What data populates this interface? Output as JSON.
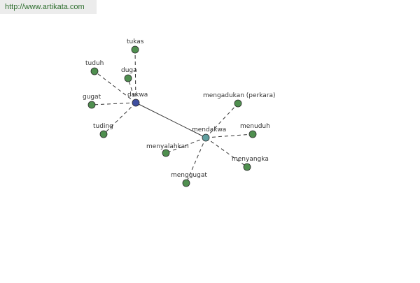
{
  "banner": {
    "url": "http://www.artikata.com"
  },
  "colors": {
    "hub_primary": "#3f4fa0",
    "hub_secondary": "#5f9f9f",
    "leaf": "#4f8f4f",
    "edge": "#333333"
  },
  "nodes": [
    {
      "id": "dakwa",
      "label": "dakwa",
      "kind": "hub-primary"
    },
    {
      "id": "mendakwa",
      "label": "mendakwa",
      "kind": "hub-secondary"
    },
    {
      "id": "tukas",
      "label": "tukas",
      "kind": "leaf"
    },
    {
      "id": "tuduh",
      "label": "tuduh",
      "kind": "leaf"
    },
    {
      "id": "duga",
      "label": "duga",
      "kind": "leaf"
    },
    {
      "id": "gugat",
      "label": "gugat",
      "kind": "leaf"
    },
    {
      "id": "tuding",
      "label": "tuding",
      "kind": "leaf"
    },
    {
      "id": "mengadukan",
      "label": "mengadukan (perkara)",
      "kind": "leaf"
    },
    {
      "id": "menuduh",
      "label": "menuduh",
      "kind": "leaf"
    },
    {
      "id": "menyalahkan",
      "label": "menyalahkan",
      "kind": "leaf"
    },
    {
      "id": "menyangka",
      "label": "menyangka",
      "kind": "leaf"
    },
    {
      "id": "menggugat",
      "label": "menggugat",
      "kind": "leaf"
    }
  ],
  "edges": [
    {
      "from": "dakwa",
      "to": "mendakwa",
      "style": "solid"
    },
    {
      "from": "dakwa",
      "to": "tukas",
      "style": "dashed"
    },
    {
      "from": "dakwa",
      "to": "tuduh",
      "style": "dashed"
    },
    {
      "from": "dakwa",
      "to": "duga",
      "style": "dashed"
    },
    {
      "from": "dakwa",
      "to": "gugat",
      "style": "dashed"
    },
    {
      "from": "dakwa",
      "to": "tuding",
      "style": "dashed"
    },
    {
      "from": "mendakwa",
      "to": "mengadukan",
      "style": "dashed"
    },
    {
      "from": "mendakwa",
      "to": "menuduh",
      "style": "dashed"
    },
    {
      "from": "mendakwa",
      "to": "menyalahkan",
      "style": "dashed"
    },
    {
      "from": "mendakwa",
      "to": "menyangka",
      "style": "dashed"
    },
    {
      "from": "mendakwa",
      "to": "menggugat",
      "style": "dashed"
    }
  ]
}
